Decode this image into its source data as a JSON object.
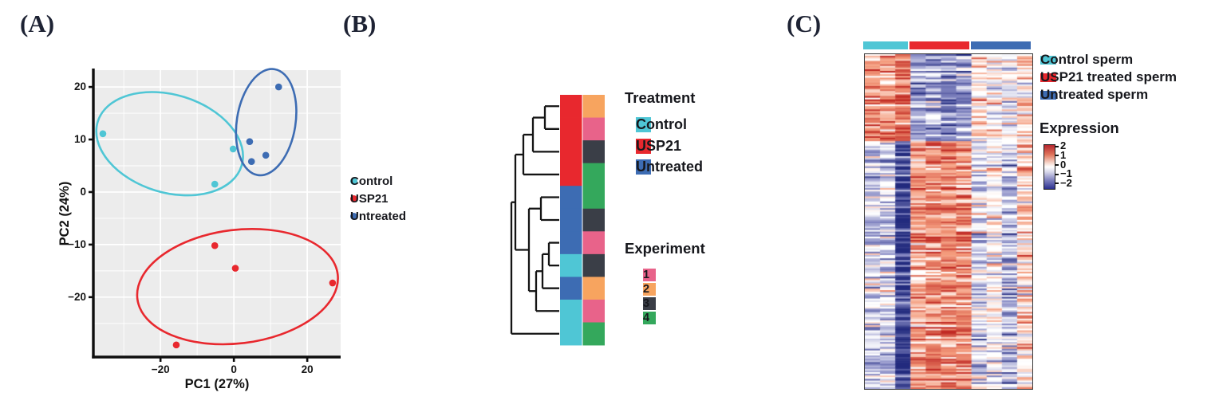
{
  "panel_labels": {
    "a": "(A)",
    "b": "(B)",
    "c": "(C)"
  },
  "colors": {
    "control": "#4fc6d5",
    "usp21": "#e8282e",
    "untreated": "#3d6cb3",
    "exp1": "#e8638a",
    "exp2": "#f7a45f",
    "exp3": "#3a3e47",
    "exp4": "#34a85c",
    "plot_bg": "#ececec",
    "grid": "#ffffff",
    "axis": "#0e0e0e",
    "text": "#17181d"
  },
  "chart_data": [
    {
      "id": "pca",
      "type": "scatter",
      "xlabel": "PC1 (27%)",
      "ylabel": "PC2 (24%)",
      "xlim": [
        -38.3,
        29.1
      ],
      "ylim": [
        -31.4,
        23.2
      ],
      "grid": {
        "x_major": [
          -20,
          0,
          20
        ],
        "x_minor": [
          -30,
          -10,
          10
        ],
        "y_major": [
          -20,
          -10,
          0,
          10,
          20
        ],
        "y_minor": [
          -25,
          -15,
          -5,
          5,
          15
        ]
      },
      "x_ticks": [
        {
          "v": -20,
          "label": "−20"
        },
        {
          "v": 0,
          "label": "0"
        },
        {
          "v": 20,
          "label": "20"
        }
      ],
      "y_ticks": [
        {
          "v": 20,
          "label": "20"
        },
        {
          "v": 10,
          "label": "10"
        },
        {
          "v": 0,
          "label": "0"
        },
        {
          "v": -10,
          "label": "−10"
        },
        {
          "v": -20,
          "label": "−20"
        }
      ],
      "legend": [
        {
          "label": "Control",
          "color_key": "control"
        },
        {
          "label": "USP21",
          "color_key": "usp21"
        },
        {
          "label": "Untreated",
          "color_key": "untreated"
        }
      ],
      "series": [
        {
          "name": "Control",
          "color_key": "control",
          "points": [
            [
              -35.7,
              11.1
            ],
            [
              -0.2,
              8.2
            ],
            [
              -5.2,
              1.5
            ]
          ],
          "ellipse": {
            "cx": -17.5,
            "cy": 9.2,
            "rx": 20.5,
            "ry": 9.3,
            "angle": 17
          }
        },
        {
          "name": "USP21",
          "color_key": "usp21",
          "points": [
            [
              -5.2,
              -10.2
            ],
            [
              0.4,
              -14.5
            ],
            [
              26.9,
              -17.3
            ],
            [
              -15.7,
              -29.1
            ]
          ],
          "ellipse": {
            "cx": 1.0,
            "cy": -18.0,
            "rx": 27.5,
            "ry": 10.8,
            "angle": -7
          }
        },
        {
          "name": "Untreated",
          "color_key": "untreated",
          "points": [
            [
              12.2,
              20.0
            ],
            [
              4.3,
              9.6
            ],
            [
              8.7,
              7.0
            ],
            [
              4.8,
              5.8
            ]
          ],
          "ellipse": {
            "cx": 8.8,
            "cy": 13.3,
            "rx": 8.0,
            "ry": 10.2,
            "angle": 9
          }
        }
      ]
    },
    {
      "id": "cluster_annotation",
      "type": "heatmap",
      "legend_treatment": {
        "title": "Treatment",
        "items": [
          {
            "label": "Control",
            "color_key": "control"
          },
          {
            "label": "USP21",
            "color_key": "usp21"
          },
          {
            "label": "Untreated",
            "color_key": "untreated"
          }
        ]
      },
      "legend_experiment": {
        "title": "Experiment",
        "items": [
          {
            "label": "1",
            "color_key": "exp1"
          },
          {
            "label": "2",
            "color_key": "exp2"
          },
          {
            "label": "3",
            "color_key": "exp3"
          },
          {
            "label": "4",
            "color_key": "exp4"
          }
        ]
      },
      "rows": [
        {
          "treatment": "USP21",
          "experiment": "2"
        },
        {
          "treatment": "USP21",
          "experiment": "1"
        },
        {
          "treatment": "USP21",
          "experiment": "3"
        },
        {
          "treatment": "USP21",
          "experiment": "4"
        },
        {
          "treatment": "Untreated",
          "experiment": "4"
        },
        {
          "treatment": "Untreated",
          "experiment": "3"
        },
        {
          "treatment": "Untreated",
          "experiment": "1"
        },
        {
          "treatment": "Control",
          "experiment": "3"
        },
        {
          "treatment": "Untreated",
          "experiment": "2"
        },
        {
          "treatment": "Control",
          "experiment": "1"
        },
        {
          "treatment": "Control",
          "experiment": "4"
        }
      ],
      "treatment_color_keys": {
        "Control": "control",
        "USP21": "usp21",
        "Untreated": "untreated"
      },
      "experiment_color_keys": {
        "1": "exp1",
        "2": "exp2",
        "3": "exp3",
        "4": "exp4"
      },
      "merges": [
        [
          "L0",
          "L1",
          683
        ],
        [
          "M0",
          "L2",
          668
        ],
        [
          "M1",
          "L3",
          656
        ],
        [
          "L4",
          "L5",
          678
        ],
        [
          "L6",
          "L7",
          688
        ],
        [
          "M4",
          "L8",
          680
        ],
        [
          "M5",
          "L9",
          672
        ],
        [
          "M3",
          "M6",
          663
        ],
        [
          "M2",
          "M7",
          646
        ],
        [
          "M8",
          "L10",
          641
        ]
      ]
    },
    {
      "id": "expression_heatmap",
      "type": "heatmap",
      "legend": [
        {
          "label": "Control sperm",
          "color_key": "control"
        },
        {
          "label": "USP21 treated sperm",
          "color_key": "usp21"
        },
        {
          "label": "Untreated sperm",
          "color_key": "untreated"
        }
      ],
      "colorbar": {
        "title": "Expression",
        "range": [
          -2,
          2
        ],
        "ticks": [
          {
            "v": 2,
            "label": "2"
          },
          {
            "v": 1,
            "label": "1"
          },
          {
            "v": 0,
            "label": "0"
          },
          {
            "v": -1,
            "label": "−1"
          },
          {
            "v": -2,
            "label": "−2"
          }
        ]
      },
      "column_groups": [
        {
          "group": "Control sperm",
          "color_key": "control",
          "n": 3
        },
        {
          "group": "USP21 treated sperm",
          "color_key": "usp21",
          "n": 4
        },
        {
          "group": "Untreated sperm",
          "color_key": "untreated",
          "n": 4
        }
      ],
      "colormap_stops": [
        [
          -2.4,
          "#232b7e"
        ],
        [
          -1.2,
          "#8b8ec7"
        ],
        [
          -0.15,
          "#ffffff"
        ],
        [
          0.15,
          "#ffffff"
        ],
        [
          1.2,
          "#f49b7c"
        ],
        [
          2.4,
          "#c12a24"
        ]
      ],
      "generation": {
        "seed": 42,
        "rows": 200,
        "top_fraction": 0.26,
        "top_means": [
          1.25,
          1.05,
          1.55,
          -1.05,
          -0.85,
          -1.35,
          -0.95,
          0.45,
          0.2,
          -0.25,
          0.5
        ],
        "bottom_means": [
          -0.5,
          -0.55,
          -2.25,
          1.15,
          1.3,
          1.45,
          1.35,
          -0.45,
          -0.05,
          -0.8,
          0.6
        ],
        "row_noise": 0.42,
        "cell_noise": 0.52
      }
    }
  ]
}
